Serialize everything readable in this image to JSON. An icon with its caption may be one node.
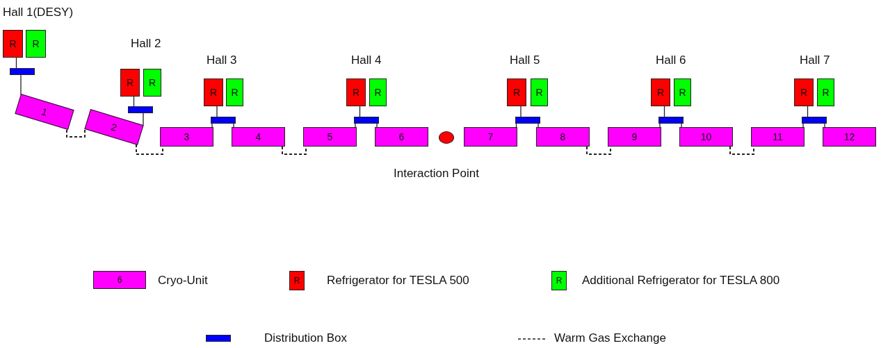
{
  "diagram": {
    "nodes": [
      {
        "text": [
          "R"
        ]
      },
      {
        "text": [
          "R"
        ]
      },
      {
        "text": [],
        "shape": "bar"
      },
      {
        "text": [
          "1"
        ]
      },
      {
        "text": [
          "R"
        ]
      },
      {
        "text": [
          "R"
        ]
      },
      {
        "text": [],
        "shape": "bar"
      },
      {
        "text": [
          "2"
        ]
      },
      {
        "text": [
          "R"
        ]
      },
      {
        "text": [
          "R"
        ]
      },
      {
        "text": [],
        "shape": "bar"
      },
      {
        "text": [
          "3"
        ]
      },
      {
        "text": [
          "4"
        ]
      },
      {
        "text": [
          "R"
        ]
      },
      {
        "text": [
          "R"
        ]
      },
      {
        "text": [],
        "shape": "bar"
      },
      {
        "text": [
          "5"
        ]
      },
      {
        "text": [
          "6"
        ]
      },
      {
        "text": [],
        "shape": "circle",
        "beside": [
          "Interaction Point"
        ]
      },
      {
        "text": [
          "R"
        ]
      },
      {
        "text": [
          "R"
        ]
      },
      {
        "text": [],
        "shape": "bar"
      },
      {
        "text": [
          "7"
        ]
      },
      {
        "text": [
          "8"
        ]
      },
      {
        "text": [
          "R"
        ]
      },
      {
        "text": [
          "R"
        ]
      },
      {
        "text": [],
        "shape": "bar"
      },
      {
        "text": [
          "9"
        ]
      },
      {
        "text": [
          "10"
        ]
      },
      {
        "text": [
          "R"
        ]
      },
      {
        "text": [
          "R"
        ]
      },
      {
        "text": [],
        "shape": "bar"
      },
      {
        "text": [
          "11"
        ]
      },
      {
        "text": [
          "12"
        ]
      }
    ],
    "edges": [
      {
        "from": 0,
        "to": 2,
        "arrow": "none"
      },
      {
        "from": 2,
        "to": 3,
        "arrow": "none"
      },
      {
        "from": 4,
        "to": 6,
        "arrow": "none"
      },
      {
        "from": 6,
        "to": 7,
        "arrow": "none"
      },
      {
        "from": 8,
        "to": 10,
        "arrow": "none"
      },
      {
        "from": 10,
        "to": 11,
        "arrow": "none"
      },
      {
        "from": 10,
        "to": 12,
        "arrow": "none"
      },
      {
        "from": 13,
        "to": 15,
        "arrow": "none"
      },
      {
        "from": 15,
        "to": 16,
        "arrow": "none"
      },
      {
        "from": 15,
        "to": 17,
        "arrow": "none"
      },
      {
        "from": 19,
        "to": 21,
        "arrow": "none"
      },
      {
        "from": 21,
        "to": 22,
        "arrow": "none"
      },
      {
        "from": 21,
        "to": 23,
        "arrow": "none"
      },
      {
        "from": 24,
        "to": 26,
        "arrow": "none"
      },
      {
        "from": 26,
        "to": 27,
        "arrow": "none"
      },
      {
        "from": 26,
        "to": 28,
        "arrow": "none"
      },
      {
        "from": 29,
        "to": 31,
        "arrow": "none"
      },
      {
        "from": 31,
        "to": 32,
        "arrow": "none"
      },
      {
        "from": 31,
        "to": 33,
        "arrow": "none"
      },
      {
        "from": 3,
        "to": 7,
        "arrow": "none",
        "style": "dashed"
      },
      {
        "from": 7,
        "to": 11,
        "arrow": "none",
        "style": "dashed"
      },
      {
        "from": 12,
        "to": 16,
        "arrow": "none",
        "style": "dashed"
      },
      {
        "from": 23,
        "to": 27,
        "arrow": "none",
        "style": "dashed"
      },
      {
        "from": 28,
        "to": 32,
        "arrow": "none",
        "style": "dashed"
      }
    ],
    "labels": [
      "Hall 1(DESY)",
      "Hall 2",
      "Hall 3",
      "Hall 4",
      "Hall 5",
      "Hall 6",
      "Hall 7",
      "6",
      "R",
      "R"
    ],
    "legend": [
      {
        "text": "Cryo-Unit",
        "color": "#ff00ff"
      },
      {
        "text": "Refrigerator for TESLA 500",
        "color": "#ff0000"
      },
      {
        "text": "Additional Refrigerator for TESLA 800",
        "color": "#00ff00"
      },
      {
        "text": "Distribution Box",
        "color": "#0000ff"
      },
      {
        "text": "Warm Gas Exchange"
      }
    ]
  }
}
